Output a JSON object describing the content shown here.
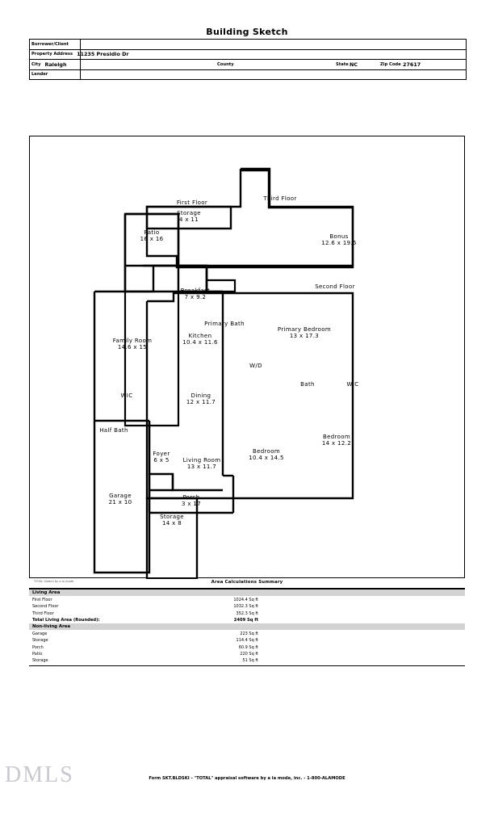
{
  "document": {
    "title": "Building Sketch",
    "footer": "Form SKT.BLDSKI - \"TOTAL\" appraisal software by a la mode, inc. - 1-800-ALAMODE",
    "watermark": "DMLS"
  },
  "header": {
    "borrower_label": "Borrower/Client",
    "borrower_value": "",
    "address_label": "Property Address",
    "address_value": "11235 Presidio Dr",
    "city_label": "City",
    "city_value": "Raleigh",
    "county_label": "County",
    "county_value": "",
    "state_label": "State",
    "state_value": "NC",
    "zip_label": "Zip Code",
    "zip_value": "27617",
    "lender_label": "Lender",
    "lender_value": ""
  },
  "sketch": {
    "floors": [
      {
        "name": "first-floor",
        "title": "First Floor"
      },
      {
        "name": "second-floor",
        "title": "Second Floor"
      },
      {
        "name": "third-floor",
        "title": "Third Floor"
      }
    ],
    "rooms": [
      {
        "name": "patio",
        "label": "Patio",
        "dims": "16 x 16"
      },
      {
        "name": "breakfast",
        "label": "Breakfast",
        "dims": "7 x 9.2"
      },
      {
        "name": "family-room",
        "label": "Family Room",
        "dims": "14.6 x 15"
      },
      {
        "name": "kitchen",
        "label": "Kitchen",
        "dims": "10.4 x 11.6"
      },
      {
        "name": "wic-first",
        "label": "WIC",
        "dims": ""
      },
      {
        "name": "dining",
        "label": "Dining",
        "dims": "12 x 11.7"
      },
      {
        "name": "half-bath",
        "label": "Half Bath",
        "dims": ""
      },
      {
        "name": "foyer",
        "label": "Foyer",
        "dims": "6 x 5"
      },
      {
        "name": "living-room",
        "label": "Living Room",
        "dims": "13 x 11.7"
      },
      {
        "name": "garage",
        "label": "Garage",
        "dims": "21 x 10"
      },
      {
        "name": "porch",
        "label": "Porch",
        "dims": "3 x 17"
      },
      {
        "name": "storage-third",
        "label": "Storage",
        "dims": "4 x 11"
      },
      {
        "name": "bonus",
        "label": "Bonus",
        "dims": "12.6 x 19.5"
      },
      {
        "name": "primary-bath",
        "label": "Primary Bath",
        "dims": ""
      },
      {
        "name": "primary-bedroom",
        "label": "Primary Bedroom",
        "dims": "13 x 17.3"
      },
      {
        "name": "wd",
        "label": "W/D",
        "dims": ""
      },
      {
        "name": "bath-second",
        "label": "Bath",
        "dims": ""
      },
      {
        "name": "wic-second",
        "label": "WIC",
        "dims": ""
      },
      {
        "name": "bedroom-2",
        "label": "Bedroom",
        "dims": "10.4 x 14.5"
      },
      {
        "name": "bedroom-3",
        "label": "Bedroom",
        "dims": "14 x 12.2"
      },
      {
        "name": "storage-second",
        "label": "Storage",
        "dims": "14 x 8"
      }
    ]
  },
  "area_summary": {
    "note": "TOTAL Sketch by a la mode",
    "title": "Area Calculations Summary",
    "living_heading": "Living Area",
    "living_rows": [
      {
        "label": "First Floor",
        "value": "1024.4 Sq ft"
      },
      {
        "label": "Second Floor",
        "value": "1032.3 Sq ft"
      },
      {
        "label": "Third Floor",
        "value": "352.3 Sq ft"
      }
    ],
    "total_label": "Total Living Area (Rounded):",
    "total_value": "2409 Sq ft",
    "nonliving_heading": "Non-living Area",
    "nonliving_rows": [
      {
        "label": "Garage",
        "value": "223 Sq ft"
      },
      {
        "label": "Storage",
        "value": "114.4 Sq ft"
      },
      {
        "label": "Porch",
        "value": "60.9 Sq ft"
      },
      {
        "label": "Patio",
        "value": "220 Sq ft"
      },
      {
        "label": "Storage",
        "value": "51 Sq ft"
      }
    ]
  }
}
